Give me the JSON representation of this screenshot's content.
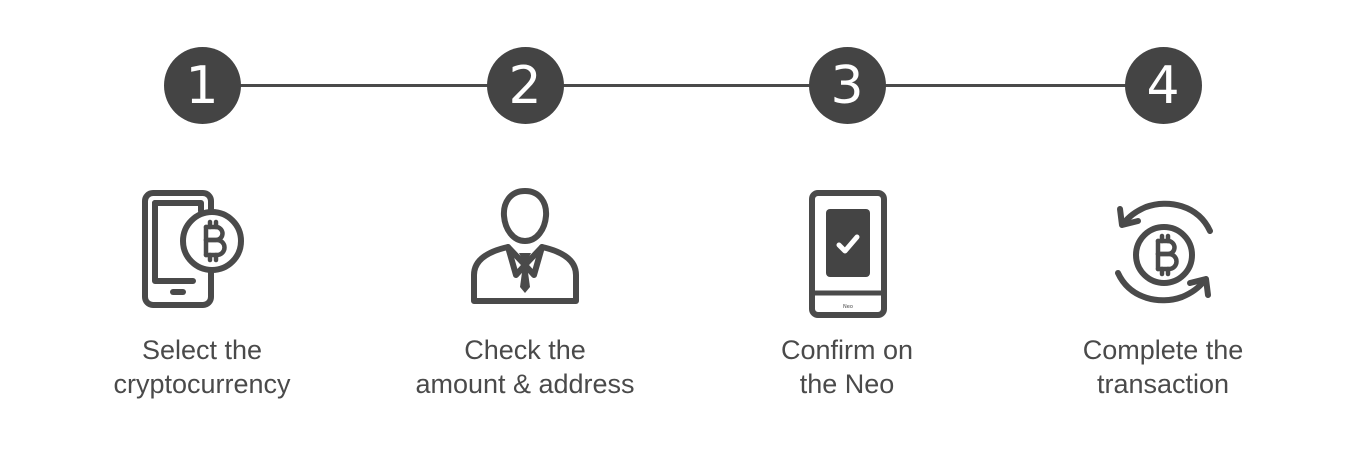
{
  "steps": [
    {
      "number": "1",
      "icon": "phone-bitcoin-icon",
      "caption": [
        "Select the",
        "cryptocurrency"
      ]
    },
    {
      "number": "2",
      "icon": "person-icon",
      "caption": [
        "Check the",
        "amount & address"
      ]
    },
    {
      "number": "3",
      "icon": "device-check-icon",
      "caption": [
        "Confirm on",
        "the Neo"
      ]
    },
    {
      "number": "4",
      "icon": "bitcoin-exchange-icon",
      "caption": [
        "Complete the",
        "transaction"
      ]
    }
  ],
  "device_brand": "Neo",
  "colors": {
    "circle": "#444444",
    "line": "#4a4a4a",
    "icon": "#4a4a4a",
    "text": "#4a4a4a"
  }
}
